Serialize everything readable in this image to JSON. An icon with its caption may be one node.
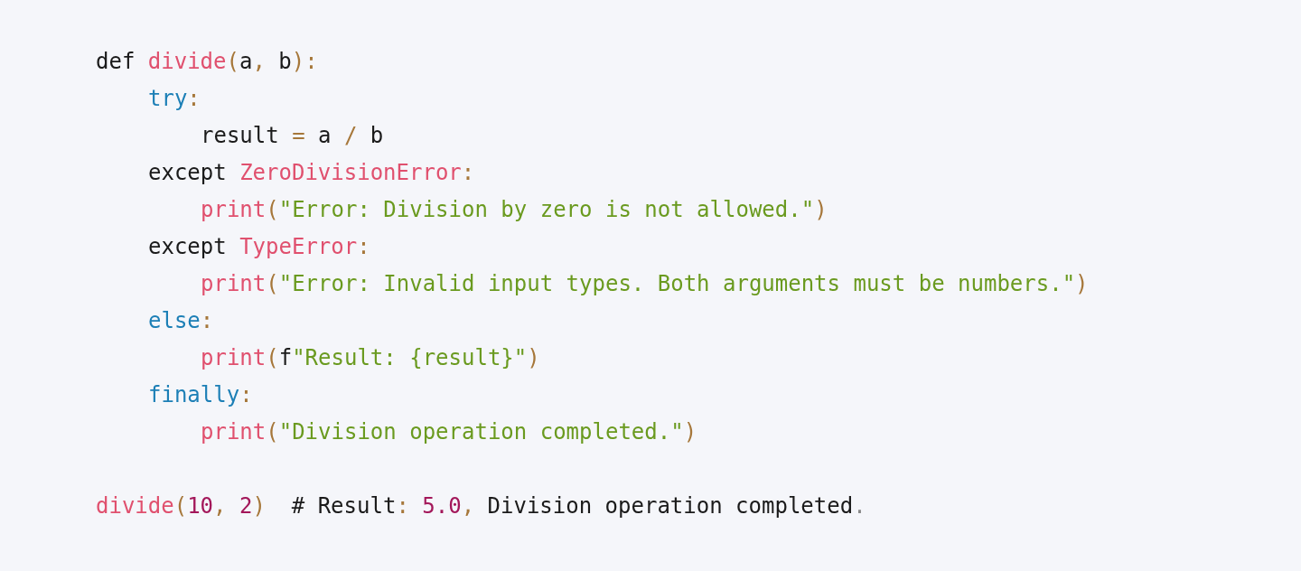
{
  "diagram": {
    "labels": [
      "def divide(a, b):",
      "try:",
      "result = a / b",
      "except ZeroDivisionError:",
      "print(\"Error: Division by zero is not allowed.\")",
      "except TypeError:",
      "print(\"Error: Invalid input types. Both arguments must be numbers.\")",
      "else:",
      "print(f\"Result: {result}\")",
      "finally:",
      "print(\"Division operation completed.\")",
      "divide(10, 2)  # Result: 5.0, Division operation completed."
    ]
  }
}
